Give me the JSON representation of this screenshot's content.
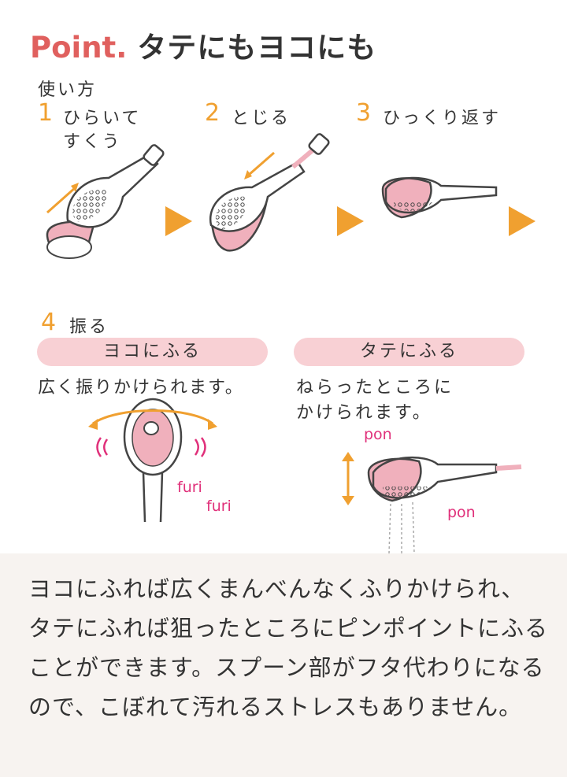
{
  "header": {
    "point": "Point.",
    "title": "タテにもヨコにも"
  },
  "usage_label": "使い方",
  "steps": [
    {
      "num": "1",
      "line1": "ひらいて",
      "line2": "すくう"
    },
    {
      "num": "2",
      "line1": "とじる"
    },
    {
      "num": "3",
      "line1": "ひっくり返す"
    },
    {
      "num": "4",
      "line1": "振る"
    }
  ],
  "modes": [
    {
      "pill": "ヨコにふる",
      "caption": "広く振りかけられます。"
    },
    {
      "pill": "タテにふる",
      "caption1": "ねらったところに",
      "caption2": "かけられます。"
    }
  ],
  "onomatopoeia": {
    "furi1": "furi",
    "furi2": "furi",
    "pon1": "pon",
    "pon2": "pon"
  },
  "description": "ヨコにふれば広くまんべんなくふりかけられ、タテにふれば狙ったところにピンポイントにふることができます。スプーン部がフタ代わりになるので、こぼれて汚れるストレスもありません。",
  "colors": {
    "accent_orange": "#f0a030",
    "point_red": "#e0605e",
    "pill_pink": "#f8d0d4",
    "spoon_pink": "#f0b0bc",
    "onomat_magenta": "#e0307a"
  }
}
